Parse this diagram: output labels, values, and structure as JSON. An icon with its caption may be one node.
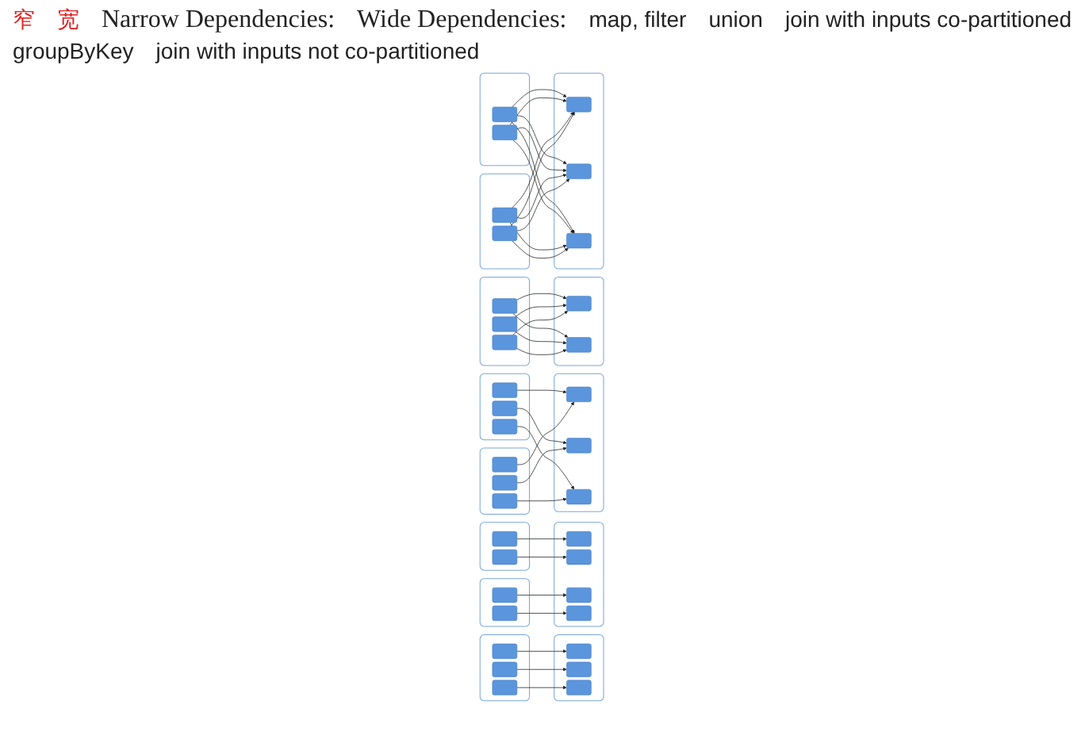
{
  "diagram": {
    "nodes": [
      {
        "text": [],
        "shape": "box"
      },
      {
        "text": [],
        "shape": "box",
        "in": 0
      },
      {
        "text": [],
        "shape": "box",
        "in": 0
      },
      {
        "text": [],
        "shape": "box",
        "in": 0
      },
      {
        "text": [],
        "shape": "box"
      },
      {
        "text": [],
        "shape": "box",
        "in": 4
      },
      {
        "text": [],
        "shape": "box",
        "in": 4
      },
      {
        "text": [],
        "shape": "box",
        "in": 4
      },
      {
        "text": [],
        "shape": "box"
      },
      {
        "text": [],
        "shape": "box",
        "in": 8
      },
      {
        "text": [],
        "shape": "box",
        "in": 8
      },
      {
        "text": [],
        "shape": "box"
      },
      {
        "text": [],
        "shape": "box",
        "in": 11
      },
      {
        "text": [],
        "shape": "box",
        "in": 11
      },
      {
        "text": [],
        "shape": "box"
      },
      {
        "text": [],
        "shape": "box",
        "in": 14
      },
      {
        "text": [],
        "shape": "box",
        "in": 14
      },
      {
        "text": [],
        "shape": "box",
        "in": 14
      },
      {
        "text": [],
        "shape": "box",
        "in": 14
      },
      {
        "text": [],
        "shape": "box"
      },
      {
        "text": [],
        "shape": "box",
        "in": 19
      },
      {
        "text": [],
        "shape": "box",
        "in": 19
      },
      {
        "text": [],
        "shape": "box",
        "in": 19
      },
      {
        "text": [],
        "shape": "box"
      },
      {
        "text": [],
        "shape": "box",
        "in": 23
      },
      {
        "text": [],
        "shape": "box",
        "in": 23
      },
      {
        "text": [],
        "shape": "box",
        "in": 23
      },
      {
        "text": [],
        "shape": "box"
      },
      {
        "text": [],
        "shape": "box",
        "in": 27
      },
      {
        "text": [],
        "shape": "box",
        "in": 27
      },
      {
        "text": [],
        "shape": "box",
        "in": 27
      },
      {
        "text": [],
        "shape": "box"
      },
      {
        "text": [],
        "shape": "box",
        "in": 31
      },
      {
        "text": [],
        "shape": "box",
        "in": 31
      },
      {
        "text": [],
        "shape": "box",
        "in": 31
      },
      {
        "text": [],
        "shape": "box"
      },
      {
        "text": [],
        "shape": "box",
        "in": 35
      },
      {
        "text": [],
        "shape": "box",
        "in": 35
      },
      {
        "text": [],
        "shape": "box"
      },
      {
        "text": [],
        "shape": "box",
        "in": 38
      },
      {
        "text": [],
        "shape": "box",
        "in": 38
      },
      {
        "text": [],
        "shape": "box"
      },
      {
        "text": [],
        "shape": "box",
        "in": 41
      },
      {
        "text": [],
        "shape": "box",
        "in": 41
      },
      {
        "text": [],
        "shape": "box"
      },
      {
        "text": [],
        "shape": "box",
        "in": 44
      },
      {
        "text": [],
        "shape": "box",
        "in": 44
      },
      {
        "text": [],
        "shape": "box",
        "in": 44
      }
    ],
    "edges": [
      {
        "from": 1,
        "to": 5,
        "arrow": "to"
      },
      {
        "from": 2,
        "to": 6,
        "arrow": "to"
      },
      {
        "from": 3,
        "to": 7,
        "arrow": "to"
      },
      {
        "from": 9,
        "to": 15,
        "arrow": "to"
      },
      {
        "from": 10,
        "to": 16,
        "arrow": "to"
      },
      {
        "from": 12,
        "to": 17,
        "arrow": "to"
      },
      {
        "from": 13,
        "to": 18,
        "arrow": "to"
      },
      {
        "from": 20,
        "to": 28,
        "arrow": "to"
      },
      {
        "from": 21,
        "to": 29,
        "arrow": "to"
      },
      {
        "from": 22,
        "to": 30,
        "arrow": "to"
      },
      {
        "from": 24,
        "to": 28,
        "arrow": "to"
      },
      {
        "from": 25,
        "to": 29,
        "arrow": "to"
      },
      {
        "from": 26,
        "to": 30,
        "arrow": "to"
      },
      {
        "from": 32,
        "to": 36,
        "arrow": "to"
      },
      {
        "from": 32,
        "to": 37,
        "arrow": "to"
      },
      {
        "from": 33,
        "to": 36,
        "arrow": "to"
      },
      {
        "from": 33,
        "to": 37,
        "arrow": "to"
      },
      {
        "from": 34,
        "to": 36,
        "arrow": "to"
      },
      {
        "from": 34,
        "to": 37,
        "arrow": "to"
      },
      {
        "from": 39,
        "to": 45,
        "arrow": "to"
      },
      {
        "from": 39,
        "to": 46,
        "arrow": "to"
      },
      {
        "from": 39,
        "to": 47,
        "arrow": "to"
      },
      {
        "from": 40,
        "to": 45,
        "arrow": "to"
      },
      {
        "from": 40,
        "to": 46,
        "arrow": "to"
      },
      {
        "from": 40,
        "to": 47,
        "arrow": "to"
      },
      {
        "from": 42,
        "to": 45,
        "arrow": "to"
      },
      {
        "from": 42,
        "to": 46,
        "arrow": "to"
      },
      {
        "from": 42,
        "to": 47,
        "arrow": "to"
      },
      {
        "from": 43,
        "to": 45,
        "arrow": "to"
      },
      {
        "from": 43,
        "to": 46,
        "arrow": "to"
      },
      {
        "from": 43,
        "to": 47,
        "arrow": "to"
      }
    ],
    "labels": [
      "窄",
      "宽",
      "Narrow Dependencies:",
      "Wide Dependencies:",
      "map, filter",
      "union",
      "join with inputs co-partitioned",
      "groupByKey",
      "join with inputs not co-partitioned"
    ]
  }
}
